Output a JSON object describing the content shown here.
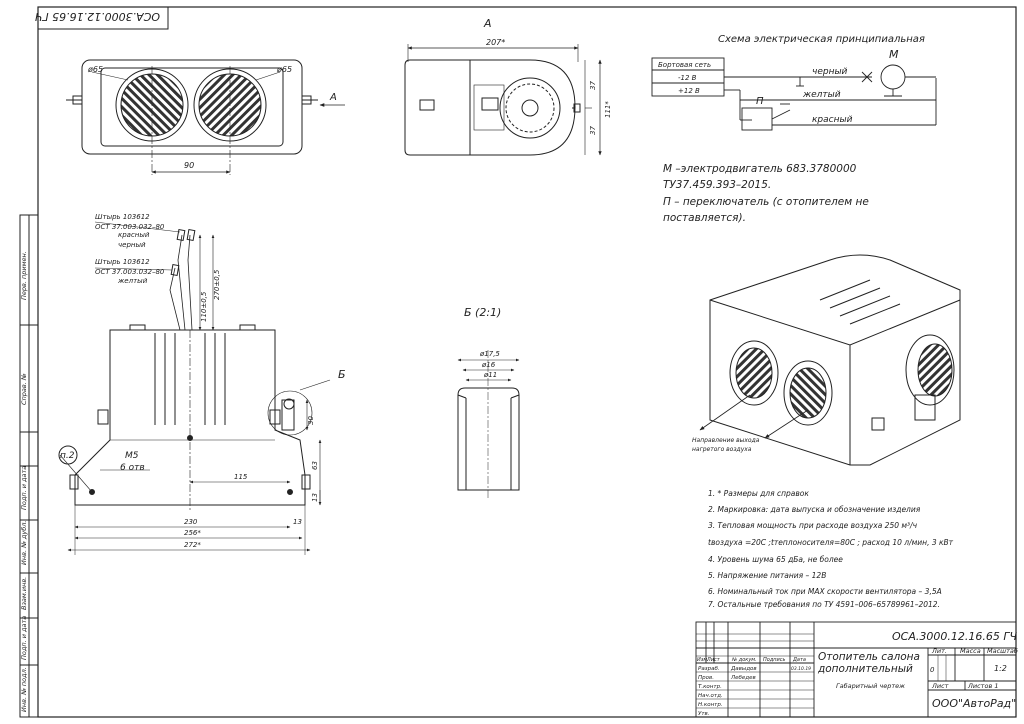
{
  "stamp_top": "ОСА.3000.12.16.65 ГЧ",
  "views": {
    "view_a_label": "А",
    "view_b_label": "Б (2:1)",
    "callout_b": "Б",
    "callout_a_arrow": "А"
  },
  "top_view": {
    "d_left": "ø65",
    "d_right": "ø65",
    "dim_90": "90"
  },
  "side_view": {
    "dim_207": "207*",
    "dim_37a": "37",
    "dim_37b": "37",
    "dim_111": "111*"
  },
  "schematic": {
    "title": "Схема электрическая принципиальная",
    "net_label": "Бортовая сеть",
    "minus12": "-12 В",
    "plus12": "+12 В",
    "motor": "М",
    "switch": "П",
    "wire_black": "черный",
    "wire_yellow": "желтый",
    "wire_red": "красный"
  },
  "legend": {
    "line1": "М –электродвигатель 683.3780000",
    "line2": "ТУ37.459.393–2015.",
    "line3": "П – переключатель (с отопителем не",
    "line4": "поставляется)."
  },
  "front_view": {
    "pin1": "Штырь 103612",
    "ost1": "ОСТ 37.003.032–80",
    "red": "красный",
    "black": "черный",
    "pin2": "Штырь 103612",
    "ost2": "ОСТ 37.003.032–80",
    "yellow": "желтый",
    "dim_110": "110±0,5",
    "dim_270": "270±0,5",
    "m5": "М5",
    "holes": "6 отв",
    "p2": "п.2",
    "dim_115": "115",
    "dim_230": "230",
    "dim_256": "256*",
    "dim_272": "272*",
    "dim_13a": "13",
    "dim_13b": "13",
    "dim_63": "63",
    "dim_30": "30"
  },
  "detail_b": {
    "d175": "ø17,5",
    "d16": "ø16",
    "d11": "ø11"
  },
  "iso_caption": [
    "Направление выхода",
    "нагретого воздуха"
  ],
  "notes": [
    "1. * Размеры для справок",
    "2. Маркировка: дата выпуска и обозначение изделия",
    "3. Тепловая мощность при расходе воздуха 250 м³/ч",
    "tвоздуха =20С ;tтеплоносителя=80С ; расход 10 л/мин, 3 кВт",
    "4. Уровень шума 65 дБа, не более",
    "5. Напряжение питания – 12В",
    "6. Номинальный ток при MAX скорости вентилятора – 3,5А",
    "7. Остальные требования по ТУ 4591–006–65789961–2012."
  ],
  "side_strip": [
    "Перв. примен.",
    "Справ. №",
    "Подп. и дата",
    "Инв. № дубл.",
    "Взам.инв.",
    "Подп. и дата",
    "Инв. № подл."
  ],
  "title_block": {
    "code": "ОСА.3000.12.16.65 ГЧ",
    "name1": "Отопитель салона",
    "name2": "дополнительный",
    "subtitle": "Габаритный чертеж",
    "h_lit": "Лит.",
    "h_mass": "Масса",
    "h_scale": "Масштаб",
    "scale": "1:2",
    "lit_val": "0",
    "sheet": "Лист",
    "sheets": "Листов 1",
    "company": "ООО\"АвтоРад\"",
    "h_izm": "Изм.",
    "h_list": "Лист",
    "h_doc": "№ докум.",
    "h_podp": "Подпись",
    "h_date": "Дата",
    "razrab": "Разраб.",
    "razrab_name": "Давыдов",
    "prov": "Пров.",
    "prov_name": "Лебедев",
    "date": "03.10.19",
    "tkontr": "Т.контр.",
    "nkontr": "Н.контр.",
    "utv": "Утв.",
    "nach": "Нач.отд."
  }
}
